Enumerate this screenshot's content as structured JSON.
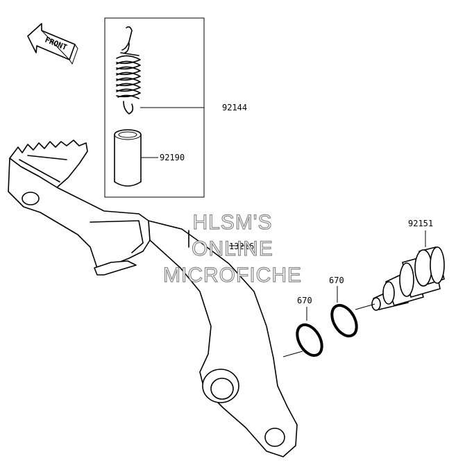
{
  "direction_indicator": {
    "label": "FRONT"
  },
  "parts": {
    "spring": {
      "number": "92144"
    },
    "collar": {
      "number": "92190"
    },
    "pedal": {
      "number": "13216"
    },
    "shaft": {
      "number": "92151"
    },
    "oring_left": {
      "number": "670"
    },
    "oring_right": {
      "number": "670"
    }
  },
  "watermark": {
    "line1": "HLSM'S",
    "line2": "ONLINE",
    "line3": "MICROFICHE"
  }
}
